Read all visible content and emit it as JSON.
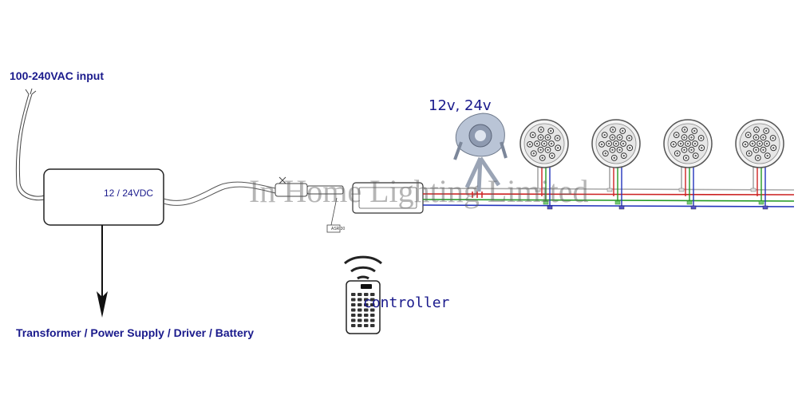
{
  "labels": {
    "input": "100-240VAC  input",
    "psu": "12 / 24VDC",
    "output": "Transformer / Power Supply / Driver / Battery",
    "voltage": "12v, 24v",
    "controller": "controller",
    "receiver_tag": "ASR 30"
  },
  "watermark": "In Home Lighting Limited",
  "icons": {
    "psu": "power-supply-box-icon",
    "receiver": "rgb-receiver-icon",
    "remote": "remote-control-icon",
    "signal": "wireless-signal-icon",
    "spotlight": "spotlight-icon",
    "downlight": "led-downlight-icon"
  },
  "colors": {
    "label_text": "#1a1a8c",
    "wire_red": "#cc2222",
    "wire_green": "#229922",
    "wire_blue": "#2233bb",
    "wire_white": "#999999"
  },
  "downlight_count": 4
}
